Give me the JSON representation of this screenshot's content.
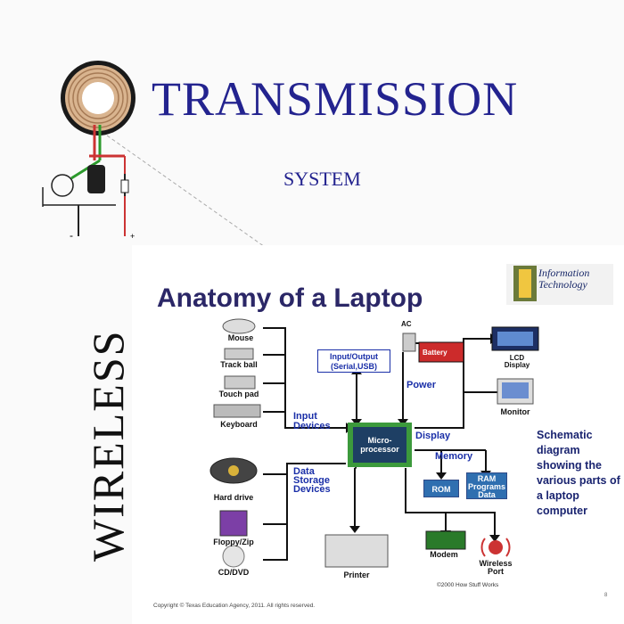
{
  "headline": "TRANSMISSION",
  "subheadline": "SYSTEM",
  "vertical_word": "WIRELESS",
  "coil_diagram": {
    "minus": "-",
    "plus": "+"
  },
  "slide": {
    "title": "Anatomy of a Laptop",
    "logo_text": "Information Technology",
    "input_devices": [
      "Mouse",
      "Track ball",
      "Touch pad",
      "Keyboard"
    ],
    "storage_devices": [
      "Hard drive",
      "Floppy/Zip",
      "CD/DVD"
    ],
    "labels": {
      "input_devices": "Input Devices",
      "data_storage": "Data Storage Devices",
      "io": "Input/Output (Serial,USB)",
      "power": "Power",
      "ac": "AC",
      "battery": "Battery",
      "microprocessor": "Micro-processor",
      "display": "Display",
      "memory": "Memory",
      "rom": "ROM",
      "ram": "RAM Programs Data",
      "lcd": "LCD Display",
      "monitor": "Monitor",
      "printer": "Printer",
      "modem": "Modem",
      "wireless_port": "Wireless Port"
    },
    "caption": "Schematic diagram showing the various parts of a laptop computer",
    "credit": "©2000 How Stuff Works",
    "copyright": "Copyright © Texas Education Agency, 2011. All rights reserved.",
    "page_number": "8"
  }
}
